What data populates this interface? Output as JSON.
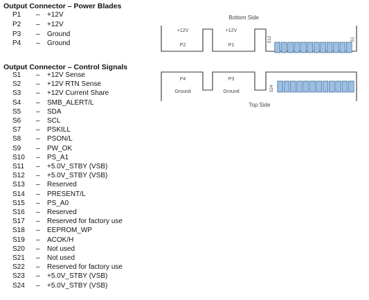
{
  "power": {
    "heading": "Output Connector – Power Blades",
    "rows": [
      {
        "pin": "P1",
        "dash": "–",
        "desc": "+12V"
      },
      {
        "pin": "P2",
        "dash": "–",
        "desc": "+12V"
      },
      {
        "pin": "P3",
        "dash": "–",
        "desc": "Ground"
      },
      {
        "pin": "P4",
        "dash": "–",
        "desc": "Ground"
      }
    ]
  },
  "control": {
    "heading": "Output Connector – Control Signals",
    "rows": [
      {
        "pin": "S1",
        "dash": "–",
        "desc": "+12V Sense"
      },
      {
        "pin": "S2",
        "dash": "–",
        "desc": "+12V RTN Sense"
      },
      {
        "pin": "S3",
        "dash": "–",
        "desc": "+12V Current Share"
      },
      {
        "pin": "S4",
        "dash": "–",
        "desc": "SMB_ALERT/L"
      },
      {
        "pin": "S5",
        "dash": "–",
        "desc": "SDA"
      },
      {
        "pin": "S6",
        "dash": "–",
        "desc": "SCL"
      },
      {
        "pin": "S7",
        "dash": "–",
        "desc": "PSKILL"
      },
      {
        "pin": "S8",
        "dash": "–",
        "desc": "PSON/L"
      },
      {
        "pin": "S9",
        "dash": "–",
        "desc": "PW_OK"
      },
      {
        "pin": "S10",
        "dash": "–",
        "desc": "PS_A1"
      },
      {
        "pin": "S11",
        "dash": "–",
        "desc": "+5.0V_STBY (VSB)"
      },
      {
        "pin": "S12",
        "dash": "–",
        "desc": "+5.0V_STBY (VSB)"
      },
      {
        "pin": "S13",
        "dash": "–",
        "desc": "Reserved"
      },
      {
        "pin": "S14",
        "dash": "–",
        "desc": "PRESENT/L"
      },
      {
        "pin": "S15",
        "dash": "–",
        "desc": "PS_A0"
      },
      {
        "pin": "S16",
        "dash": "–",
        "desc": "Reserved"
      },
      {
        "pin": "S17",
        "dash": "–",
        "desc": "Reserved for factory use"
      },
      {
        "pin": "S18",
        "dash": "–",
        "desc": "EEPROM_WP"
      },
      {
        "pin": "S19",
        "dash": "–",
        "desc": "ACOK/H"
      },
      {
        "pin": "S20",
        "dash": "–",
        "desc": "Not used"
      },
      {
        "pin": "S21",
        "dash": "–",
        "desc": "Not used"
      },
      {
        "pin": "S22",
        "dash": "–",
        "desc": "Reserved for factory use"
      },
      {
        "pin": "S23",
        "dash": "–",
        "desc": "+5.0V_STBY (VSB)"
      },
      {
        "pin": "S24",
        "dash": "–",
        "desc": "+5.0V_STBY (VSB)"
      }
    ]
  },
  "diagram": {
    "bottom": {
      "label": "Bottom Side",
      "blades": [
        {
          "voltage": "+12V",
          "name": "P2"
        },
        {
          "voltage": "+12V",
          "name": "P1"
        }
      ],
      "signal_first": "S12",
      "signal_last": "S1"
    },
    "top": {
      "label": "Top Side",
      "blades": [
        {
          "name": "P4",
          "role": "Ground"
        },
        {
          "name": "P3",
          "role": "Ground"
        }
      ],
      "signal_first": "S24"
    },
    "pin_fill": "#9bc0e6"
  }
}
